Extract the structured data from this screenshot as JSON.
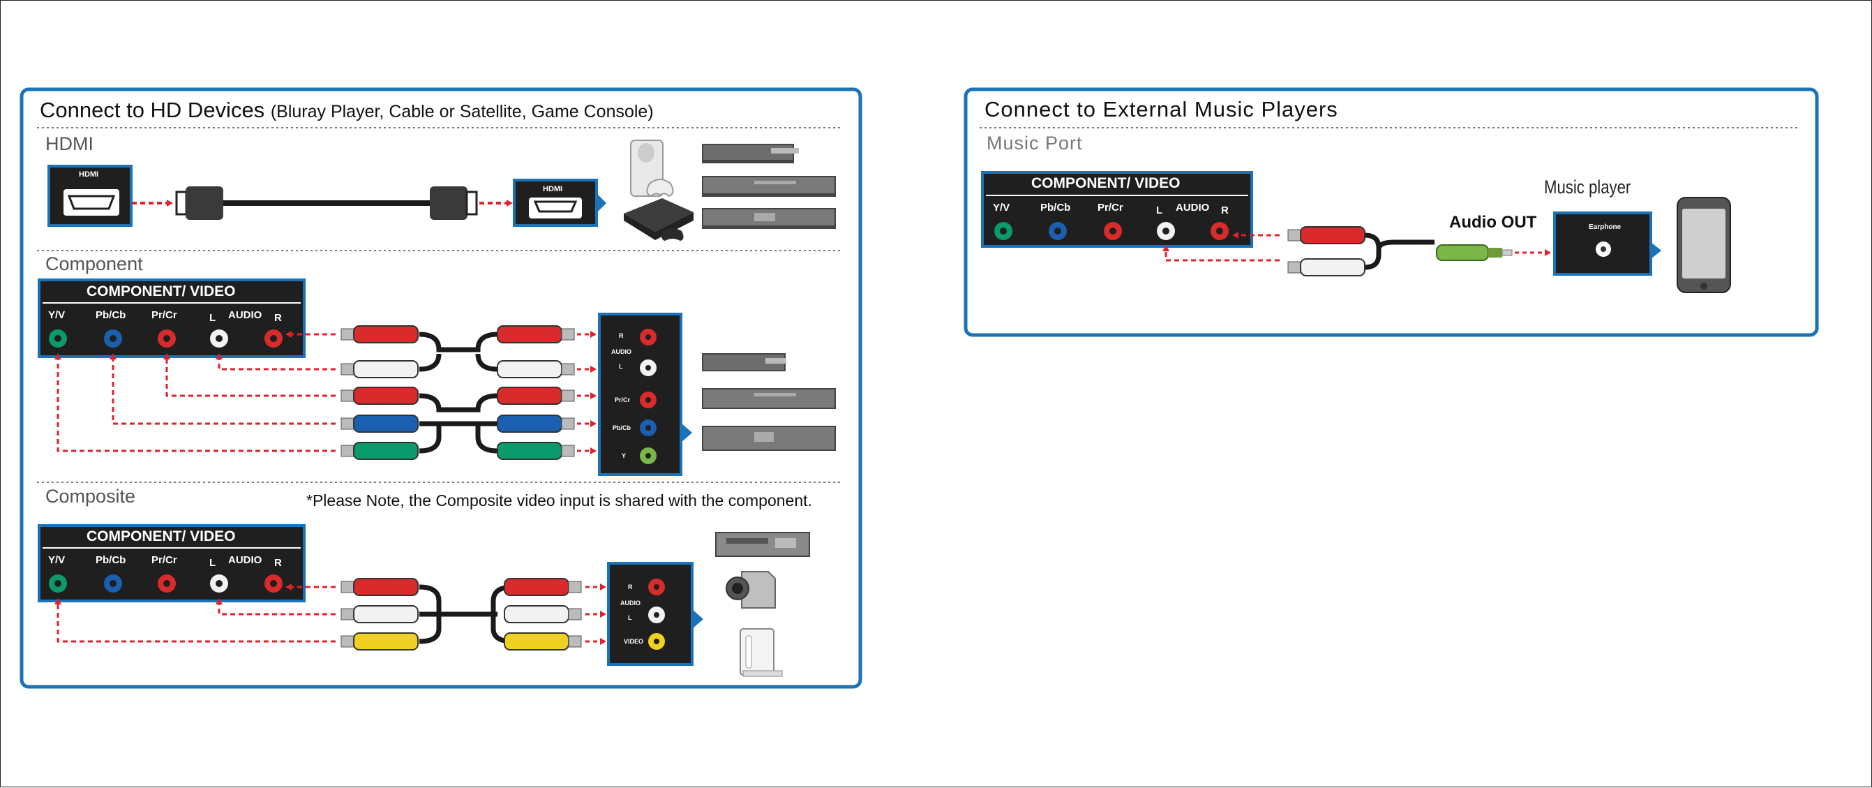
{
  "hd_panel": {
    "title": "Connect to HD Devices",
    "subtitle": "(Bluray Player, Cable or Satellite, Game Console)",
    "hdmi": {
      "section_title": "HDMI",
      "tv_port_label": "HDMI",
      "device_port_label": "HDMI"
    },
    "component": {
      "section_title": "Component",
      "panel_header": "COMPONENT/ VIDEO",
      "jacks": [
        "Y/V",
        "Pb/Cb",
        "Pr/Cr",
        "AUDIO",
        "L",
        "R"
      ],
      "device_labels": {
        "r": "R",
        "audio": "AUDIO",
        "l": "L",
        "pr": "Pr/Cr",
        "pb": "Pb/Cb",
        "y": "Y"
      }
    },
    "composite": {
      "section_title": "Composite",
      "note": "*Please Note, the Composite video input is shared with the component.",
      "panel_header": "COMPONENT/ VIDEO",
      "jacks": [
        "Y/V",
        "Pb/Cb",
        "Pr/Cr",
        "AUDIO",
        "L",
        "R"
      ],
      "device_labels": {
        "r": "R",
        "audio": "AUDIO",
        "l": "L",
        "video": "VIDEO"
      }
    }
  },
  "music_panel": {
    "title": "Connect to External Music Players",
    "section_title": "Music Port",
    "panel_header": "COMPONENT/ VIDEO",
    "jacks": [
      "Y/V",
      "Pb/Cb",
      "Pr/Cr",
      "AUDIO",
      "L",
      "R"
    ],
    "audio_out_label": "Audio OUT",
    "player_label": "Music player",
    "earphone_label": "Earphone"
  },
  "colors": {
    "frame_blue": "#1a72b8",
    "jack_panel": "#1f1f1f",
    "signal_red": "#e0202a",
    "green": "#0a9a6c",
    "blue": "#1a5fb0",
    "red": "#d92b2b",
    "white": "#f2f2f2",
    "yellow": "#f0d020",
    "aux_green": "#7ab648"
  }
}
